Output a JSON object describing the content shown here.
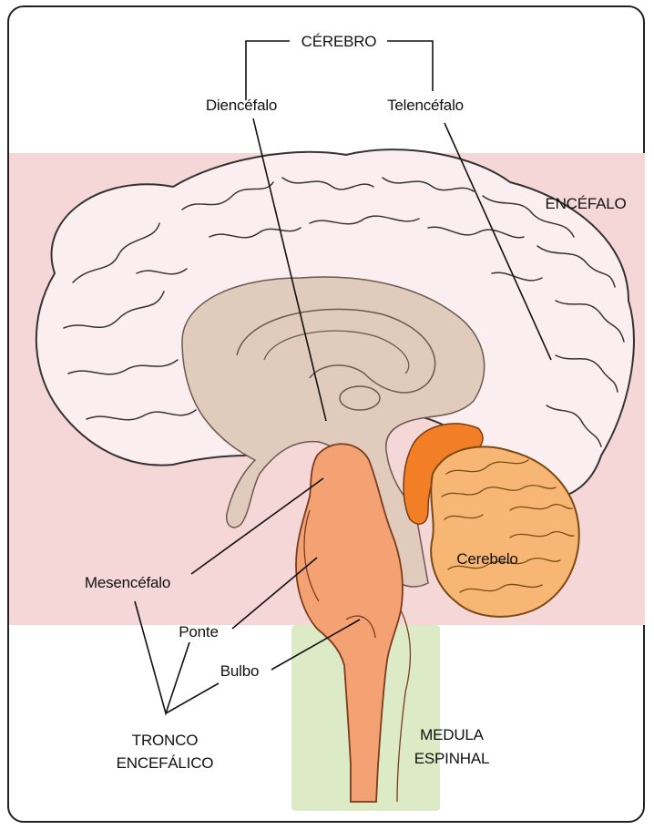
{
  "labels": {
    "cerebro": "CÉREBRO",
    "diencefalo": "Diencéfalo",
    "telencefalo": "Telencéfalo",
    "encefalo": "ENCÉFALO",
    "mesencefalo": "Mesencéfalo",
    "ponte": "Ponte",
    "bulbo": "Bulbo",
    "cerebelo": "Cerebelo",
    "tronco_line1": "TRONCO",
    "tronco_line2": "ENCEFÁLICO",
    "medula_line1": "MEDULA",
    "medula_line2": "ESPINHAL"
  },
  "colors": {
    "encefalo_region": "#f6d7d7",
    "medula_region": "#dcebc6",
    "cortex": "#fbeef0",
    "inner_brain": "#e0cbbd",
    "brainstem": "#f4a273",
    "cerebellum": "#f7b673",
    "fourth_ventricle_area": "#f27f26",
    "lines": "#111111"
  }
}
